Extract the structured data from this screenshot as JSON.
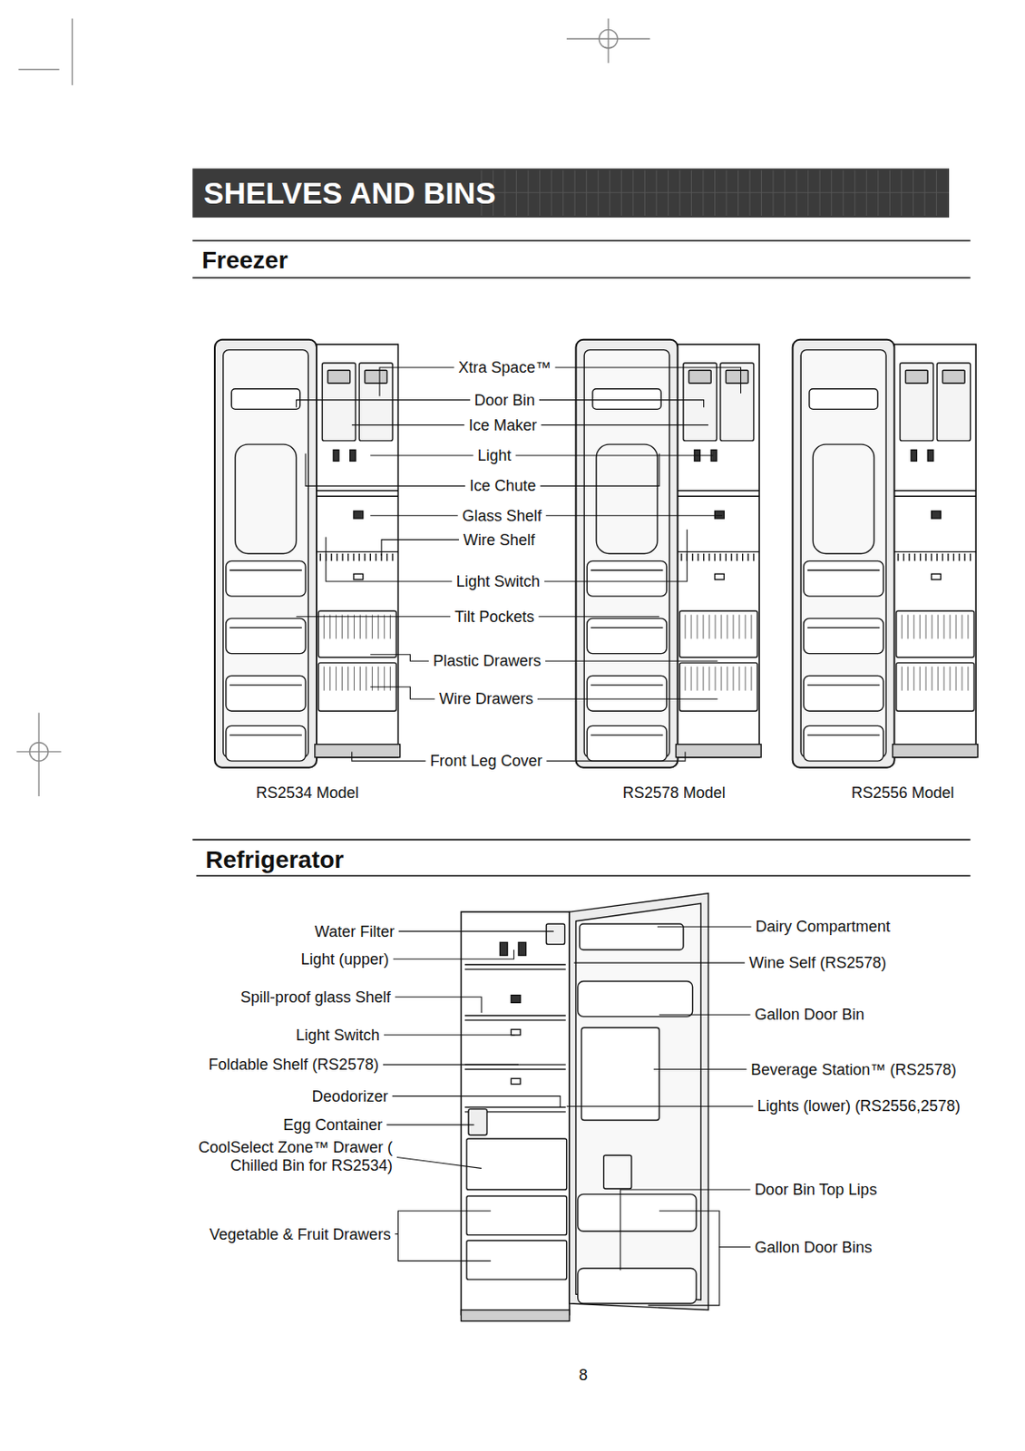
{
  "diagram": {
    "title": "SHELVES AND BINS",
    "labels": [
      "Freezer",
      "Xtra Space™",
      "Door Bin",
      "Ice Maker",
      "Light",
      "Ice Chute",
      "Glass Shelf",
      "Wire Shelf",
      "Light Switch",
      "Tilt Pockets",
      "Plastic Drawers",
      "Wire Drawers",
      "Front Leg Cover",
      "RS2534 Model",
      "RS2578 Model",
      "RS2556 Model",
      "Refrigerator",
      "Water Filter",
      "Light (upper)",
      "Spill-proof glass Shelf",
      "Light Switch",
      "Foldable Shelf (RS2578)",
      "Deodorizer",
      "Egg Container",
      "CoolSelect Zone™ Drawer ( Chilled Bin for RS2534)",
      "Vegetable & Fruit Drawers",
      "Dairy Compartment",
      "Wine Self (RS2578)",
      "Gallon Door Bin",
      "Beverage Station™ (RS2578)",
      "Lights (lower) (RS2556,2578)",
      "Door Bin Top Lips",
      "Gallon Door Bins",
      "8"
    ]
  }
}
